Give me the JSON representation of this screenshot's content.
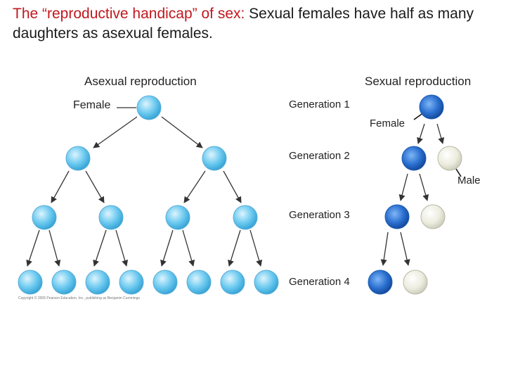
{
  "title": {
    "highlight": "The “reproductive handicap” of sex:",
    "rest": " Sexual females have half as many daughters as asexual females."
  },
  "asexual": {
    "heading": "Asexual reproduction",
    "female_label": "Female"
  },
  "sexual": {
    "heading": "Sexual reproduction",
    "female_label": "Female",
    "male_label": "Male",
    "generations": [
      "Generation 1",
      "Generation 2",
      "Generation 3",
      "Generation 4"
    ]
  },
  "copyright": "Copyright © 2005 Pearson Education, Inc., publishing as Benjamin Cummings",
  "colors": {
    "asexual_cell": "#5fc3ec",
    "female_cell": "#2a6fd0",
    "male_cell": "#ececdf",
    "arrow": "#333333",
    "title_highlight": "#c0181e"
  }
}
